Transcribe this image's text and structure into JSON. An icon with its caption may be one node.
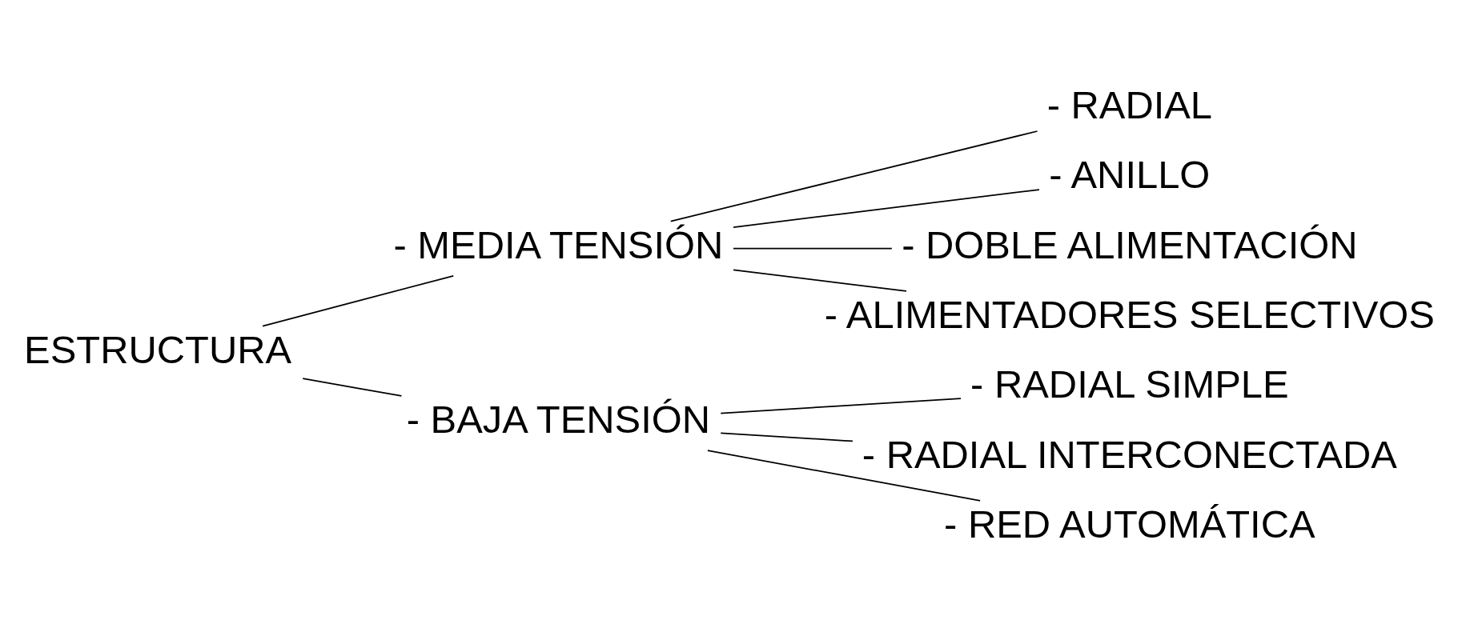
{
  "diagram": {
    "nodes": [
      {
        "text": [
          "ESTRUCTURA"
        ]
      },
      {
        "text": [
          "- MEDIA TENSIÓN"
        ]
      },
      {
        "text": [
          "- RADIAL"
        ]
      },
      {
        "text": [
          "- ANILLO"
        ]
      },
      {
        "text": [
          "- DOBLE ALIMENTACIÓN"
        ]
      },
      {
        "text": [
          "- ALIMENTADORES SELECTIVOS"
        ]
      },
      {
        "text": [
          "- BAJA TENSIÓN"
        ]
      },
      {
        "text": [
          "- RADIAL SIMPLE"
        ]
      },
      {
        "text": [
          "- RADIAL INTERCONECTADA"
        ]
      },
      {
        "text": [
          "- RED AUTOMÁTICA"
        ]
      }
    ],
    "edges": [
      {
        "from": 0,
        "to": 1,
        "arrow": "none"
      },
      {
        "from": 0,
        "to": 6,
        "arrow": "none"
      },
      {
        "from": 1,
        "to": 2,
        "arrow": "none"
      },
      {
        "from": 1,
        "to": 3,
        "arrow": "none"
      },
      {
        "from": 1,
        "to": 4,
        "arrow": "none"
      },
      {
        "from": 1,
        "to": 5,
        "arrow": "none"
      },
      {
        "from": 6,
        "to": 7,
        "arrow": "none"
      },
      {
        "from": 6,
        "to": 8,
        "arrow": "none"
      },
      {
        "from": 6,
        "to": 9,
        "arrow": "none"
      }
    ]
  }
}
